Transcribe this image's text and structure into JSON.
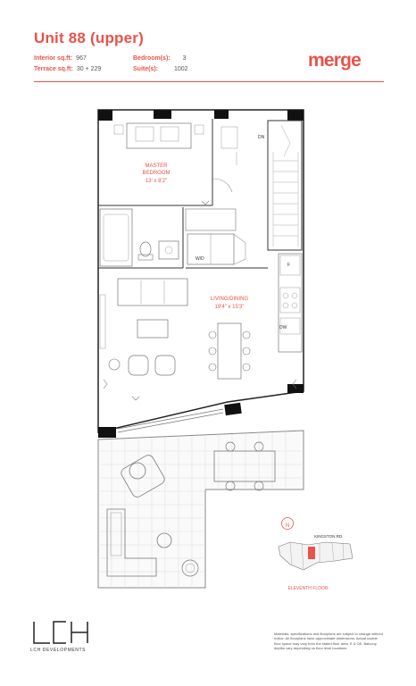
{
  "unit": {
    "title": "Unit 88 (upper)"
  },
  "specs": {
    "interior_label": "Interior sq.ft:",
    "interior_value": "967",
    "terrace_label": "Terrace sq.ft:",
    "terrace_value": "30 + 229",
    "bedrooms_label": "Bedroom(s):",
    "bedrooms_value": "3",
    "suite_label": "Suite(s):",
    "suite_value": "1002"
  },
  "brand": {
    "name": "merge"
  },
  "rooms": {
    "master_name": "MASTER",
    "master_name2": "BEDROOM",
    "master_dims": "13' x 8'2\"",
    "living_name": "LIVING/DINING",
    "living_dims": "19'4\" x 15'3\"",
    "wd": "W/D",
    "dn": "DN",
    "dw": "DW",
    "fridge": "F"
  },
  "keyplan": {
    "north": "N",
    "street": "KINGSTON RD.",
    "floor": "ELEVENTH FLOOR"
  },
  "developer": {
    "name": "LCH DEVELOPMENTS"
  },
  "disclaimer": "Materials, specifications and floorplans are subject to change without notice. All floorplans have approximate dimensions. Actual usable floor space may vary from the stated floor area. E & OE. Balcony depths vary depending on floor level locations.",
  "colors": {
    "accent": "#e8534a",
    "ink": "#2b2b2b",
    "line": "#777777"
  }
}
